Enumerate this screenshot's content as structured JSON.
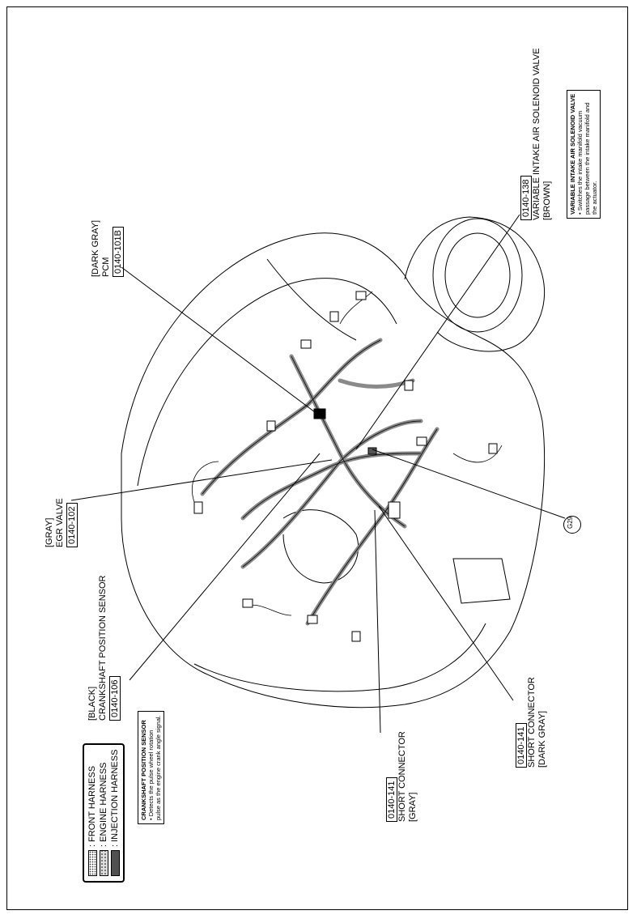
{
  "labels": {
    "crankshaft": {
      "color": "[BLACK]",
      "name": "CRANKSHAFT POSITION SENSOR",
      "code": "0140-106"
    },
    "egr": {
      "color": "[GRAY]",
      "name": "EGR VALVE",
      "code": "0140-102"
    },
    "pcm": {
      "color": "[DARK GRAY]",
      "name": "PCM",
      "code": "0140-101B"
    },
    "vis": {
      "code": "0140-138",
      "name": "VARIABLE INTAKE AIR SOLENOID VALVE",
      "color": "[BROWN]"
    },
    "short_gray": {
      "code": "0140-141",
      "name": "SHORT CONNECTOR",
      "color": "[GRAY]"
    },
    "short_dark": {
      "code": "0140-141",
      "name": "SHORT CONNECTOR",
      "color": "[DARK GRAY]"
    }
  },
  "notes": {
    "crankshaft": {
      "title": "CRANKSHAFT POSITION SENSOR",
      "line1": "• Detects the pulse wheel rotation",
      "line2": "pulse as the engine crank angle signal."
    },
    "vis": {
      "title": "VARIABLE INTAKE AIR SOLENOID VALVE",
      "line1": "• Switches the intake manifold vacuum",
      "line2": "passage between the intake manifold and",
      "line3": "the actuator."
    }
  },
  "ground": "G29",
  "legend": [
    {
      "label": ": FRONT HARNESS",
      "pattern": "dots"
    },
    {
      "label": ": ENGINE HARNESS",
      "pattern": "light"
    },
    {
      "label": ": INJECTION HARNESS",
      "pattern": "dense"
    }
  ],
  "colors": {
    "line": "#000000",
    "harness": "#8a8a8a",
    "background": "#ffffff"
  }
}
